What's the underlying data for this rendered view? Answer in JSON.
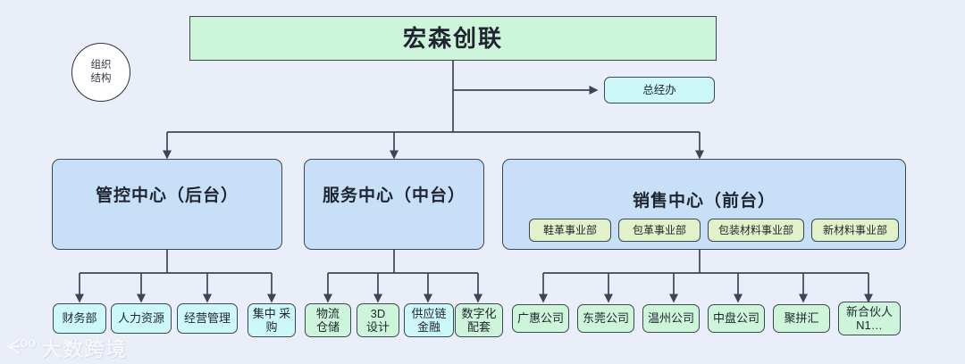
{
  "diagram": {
    "background_color": "#eaeef8",
    "line_color": "#3d4654",
    "badge": {
      "label": "组织\n结构"
    },
    "root": {
      "label": "宏森创联",
      "color": "#cdf5da"
    },
    "gm_office": {
      "label": "总经办",
      "color": "#cdf8f8"
    },
    "centers": [
      {
        "label": "管控中心（后台）",
        "color": "#c7e0f7",
        "children": [
          {
            "label": "财务部",
            "color": "#cdf8f8"
          },
          {
            "label": "人力资源",
            "color": "#cdf8f8"
          },
          {
            "label": "经营管理",
            "color": "#cdf8f8"
          },
          {
            "label": "集中 采\n购",
            "color": "#cdf8f8"
          }
        ]
      },
      {
        "label": "服务中心（中台）",
        "color": "#c7e0f7",
        "children": [
          {
            "label": "物流\n仓储",
            "color": "#cdf5da"
          },
          {
            "label": "3D\n设计",
            "color": "#cdf5da"
          },
          {
            "label": "供应链\n金融",
            "color": "#cdf8f8"
          },
          {
            "label": "数字化\n配套",
            "color": "#cdf5da"
          }
        ]
      },
      {
        "label": "销售中心（前台）",
        "color": "#c7e0f7",
        "divisions": [
          {
            "label": "鞋革事业部",
            "color": "#e2f2c8"
          },
          {
            "label": "包革事业部",
            "color": "#e2f2c8"
          },
          {
            "label": "包装材料事业部",
            "color": "#e2f2c8"
          },
          {
            "label": "新材料事业部",
            "color": "#e2f2c8"
          }
        ],
        "children": [
          {
            "label": "广惠公司",
            "color": "#cdf5da"
          },
          {
            "label": "东莞公司",
            "color": "#cdf5da"
          },
          {
            "label": "温州公司",
            "color": "#cdf5da"
          },
          {
            "label": "中盘公司",
            "color": "#cdf5da"
          },
          {
            "label": "聚拼汇",
            "color": "#cdf5da"
          },
          {
            "label": "新合伙人\nN1…",
            "color": "#cdf5da"
          }
        ]
      }
    ]
  },
  "watermark": {
    "mark": "ᗕ⁰⁰",
    "text": "大数跨境"
  }
}
